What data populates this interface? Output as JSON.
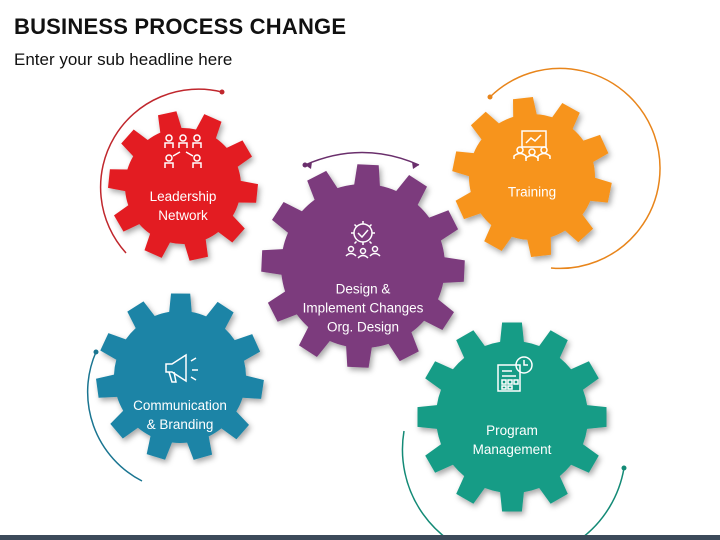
{
  "slide": {
    "title": "BUSINESS PROCESS CHANGE",
    "subtitle": "Enter your sub headline here"
  },
  "gears": [
    {
      "id": "leadership",
      "label": "Leadership\nNetwork",
      "color": "#e31e24",
      "icon": "people-network-icon"
    },
    {
      "id": "training",
      "label": "Training",
      "color": "#f7941d",
      "icon": "presentation-board-icon"
    },
    {
      "id": "design",
      "label": "Design &\nImplement Changes\nOrg. Design",
      "color": "#7b3a7d",
      "icon": "gear-check-people-icon"
    },
    {
      "id": "communication",
      "label": "Communication\n& Branding",
      "color": "#1a84a6",
      "icon": "megaphone-icon"
    },
    {
      "id": "program",
      "label": "Program\nManagement",
      "color": "#169c86",
      "icon": "calendar-clock-icon"
    }
  ]
}
